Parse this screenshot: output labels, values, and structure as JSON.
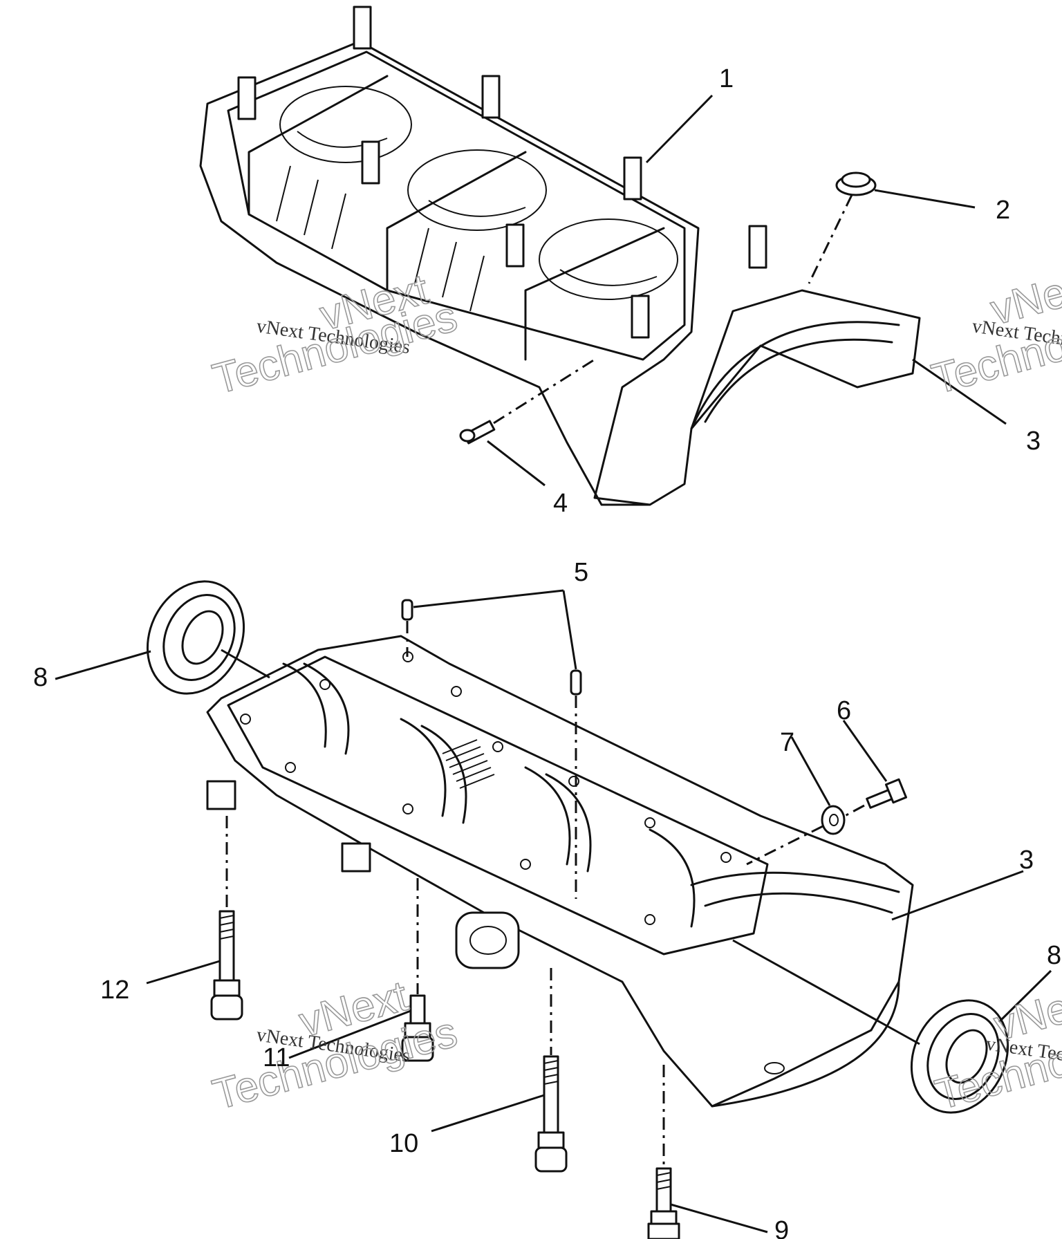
{
  "diagram": {
    "callouts": [
      "1",
      "2",
      "3",
      "4",
      "5",
      "8",
      "6",
      "7",
      "3",
      "8",
      "12",
      "11",
      "10",
      "9"
    ],
    "watermark": {
      "line1": "vNext Technologies",
      "line2": "vNext",
      "line3": "Technologies"
    }
  }
}
